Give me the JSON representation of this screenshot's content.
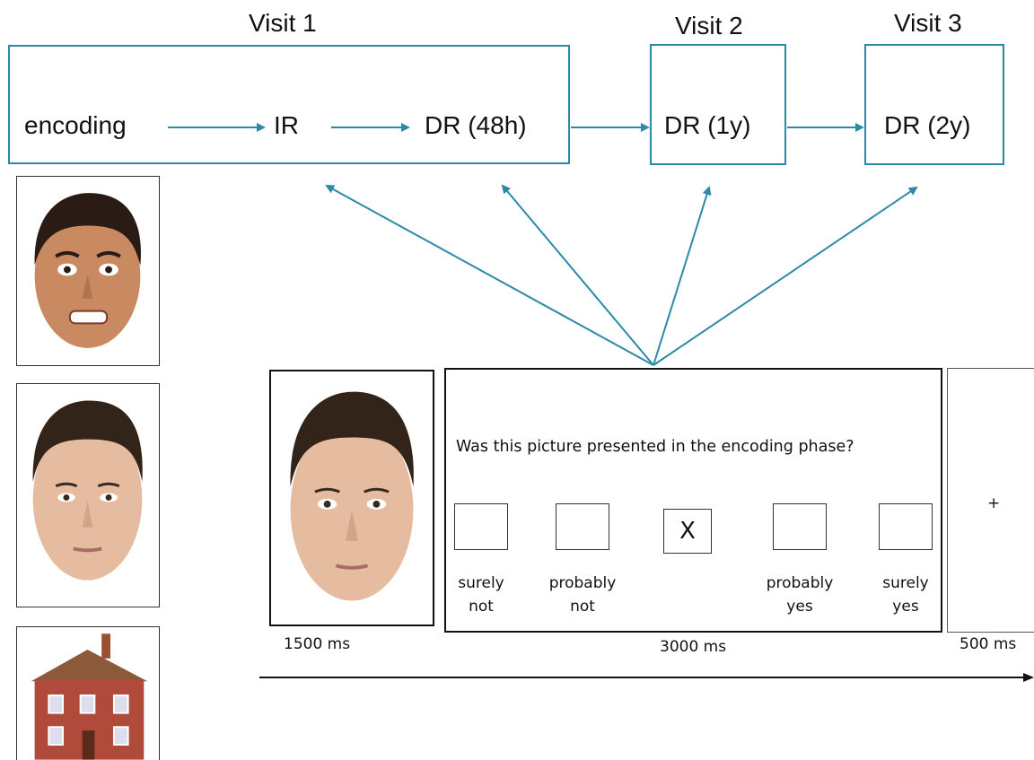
{
  "visits": [
    {
      "label": "Visit 1",
      "steps": [
        "encoding",
        "IR",
        "DR (48h)"
      ]
    },
    {
      "label": "Visit 2",
      "steps": [
        "DR (1y)"
      ]
    },
    {
      "label": "Visit 3",
      "steps": [
        "DR (2y)"
      ]
    }
  ],
  "trial": {
    "question": "Was this picture presented in the encoding phase?",
    "options": [
      {
        "line1": "surely",
        "line2": "not",
        "mark": ""
      },
      {
        "line1": "probably",
        "line2": "not",
        "mark": ""
      },
      {
        "line1": "",
        "line2": "",
        "mark": "X"
      },
      {
        "line1": "probably",
        "line2": "yes",
        "mark": ""
      },
      {
        "line1": "surely",
        "line2": "yes",
        "mark": ""
      }
    ],
    "fixation": "+",
    "durations": {
      "face": "1500 ms",
      "question": "3000 ms",
      "fixation": "500 ms"
    }
  },
  "stimuli": [
    "fearful-face",
    "neutral-face",
    "house"
  ],
  "colors": {
    "arrow": "#2a8aa8",
    "frame": "#111111"
  }
}
